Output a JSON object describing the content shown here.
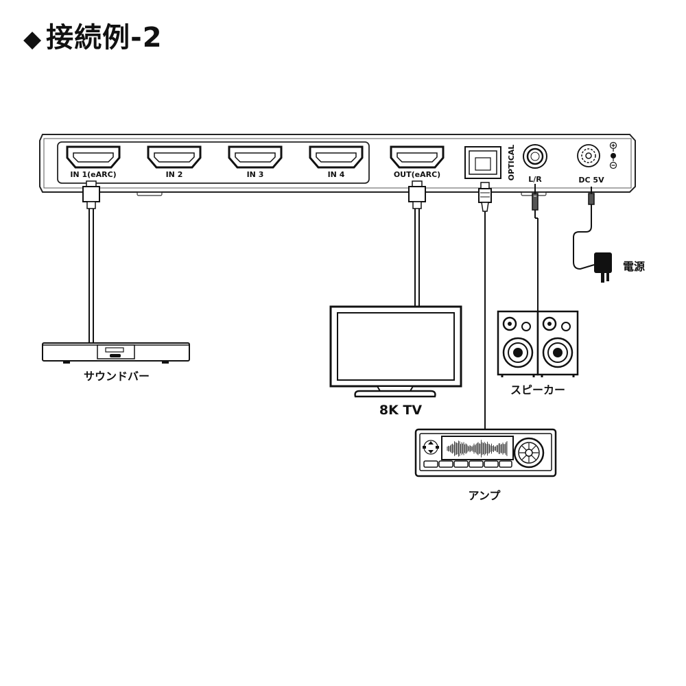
{
  "title": {
    "marker": "◆",
    "text": "接続例-2"
  },
  "device": {
    "ports": [
      "IN 1(eARC)",
      "IN 2",
      "IN 3",
      "IN 4",
      "OUT(eARC)"
    ],
    "optical_label": "OPTICAL",
    "lr_label": "L/R",
    "dc_label": "DC 5V"
  },
  "peripherals": {
    "soundbar": "サウンドバー",
    "tv": "8K TV",
    "speaker": "スピーカー",
    "amp": "アンプ",
    "power": "電源"
  }
}
